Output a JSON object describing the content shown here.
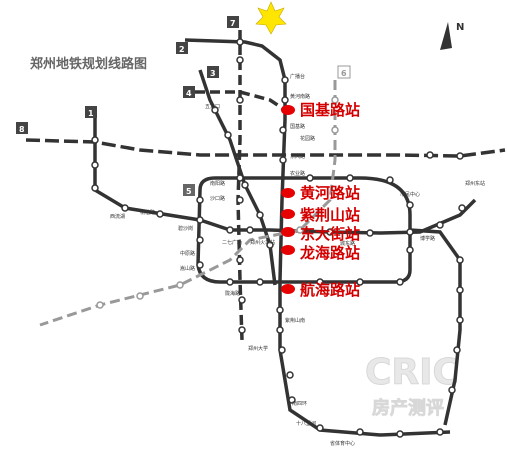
{
  "map_title": "郑州地铁规划线路图",
  "north_letter": "N",
  "watermark": {
    "brand": "CRIC",
    "subtitle": "房产测评"
  },
  "line_numbers": [
    "1",
    "2",
    "3",
    "4",
    "5",
    "6",
    "7",
    "8"
  ],
  "highlighted_stations": [
    "国基路站",
    "黄河路站",
    "紫荆山站",
    "东大街站",
    "龙海路站",
    "航海路站"
  ],
  "small_station_names": [
    "广播台",
    "黄河南路",
    "国基路",
    "东风路",
    "农业路",
    "黄河路",
    "紫荆山",
    "东大街",
    "城东路",
    "龙海路",
    "航海路",
    "二七广场",
    "碧沙岗",
    "郑州火车站",
    "五龙口",
    "沙口路",
    "南阳路",
    "花园路",
    "西流湖",
    "市民中心",
    "博学路",
    "南四环",
    "郑州东站",
    "十八里河",
    "桐柏路",
    "中原路",
    "嵩山路",
    "陇海路",
    "紫荆山南",
    "郑州大学",
    "省体育中心"
  ],
  "colors": {
    "line": "#333333",
    "highlight": "#e60000",
    "label": "#d40000",
    "star": "#ffe600",
    "future": "#999999"
  }
}
